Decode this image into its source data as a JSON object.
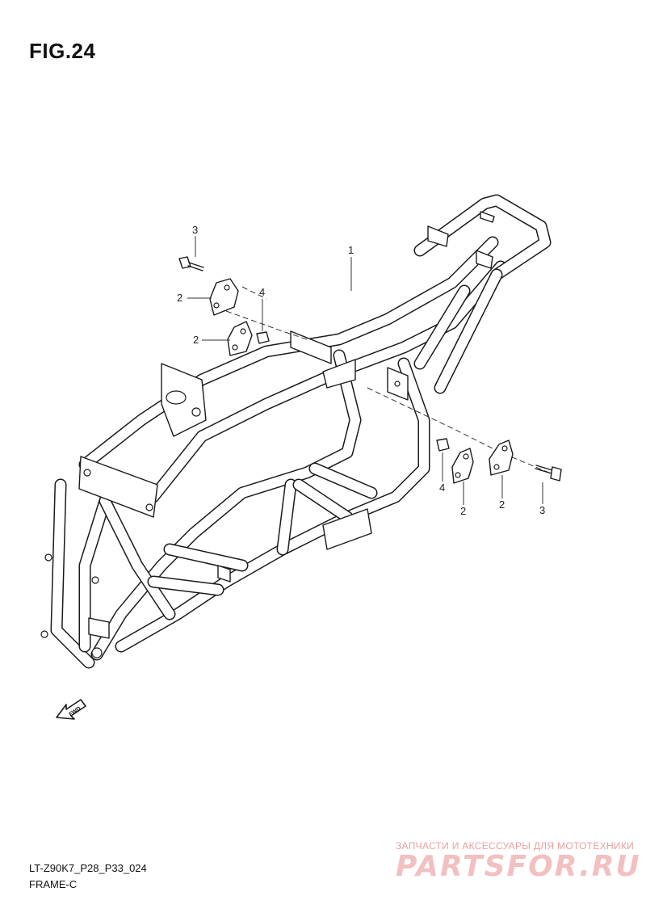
{
  "figure": {
    "title": "FIG.24"
  },
  "callouts": {
    "frame": "1",
    "bracket_upper_left": "2",
    "bracket_lower_left": "2",
    "bracket_right_a": "2",
    "bracket_right_b": "2",
    "bolt_left": "3",
    "bolt_right": "3",
    "nut_left": "4",
    "nut_right": "4"
  },
  "direction_marker": {
    "text": "FWD",
    "icon": "fwd-arrow-icon"
  },
  "footer": {
    "model_code": "LT-Z90K7_P28_P33_024",
    "section_name": "FRAME-C"
  },
  "watermark": {
    "tagline": "ЗАПЧАСТИ И АКСЕССУАРЫ ДЛЯ МОТОТЕХНИКИ",
    "logo_text": "PARTSFOR.RU"
  }
}
